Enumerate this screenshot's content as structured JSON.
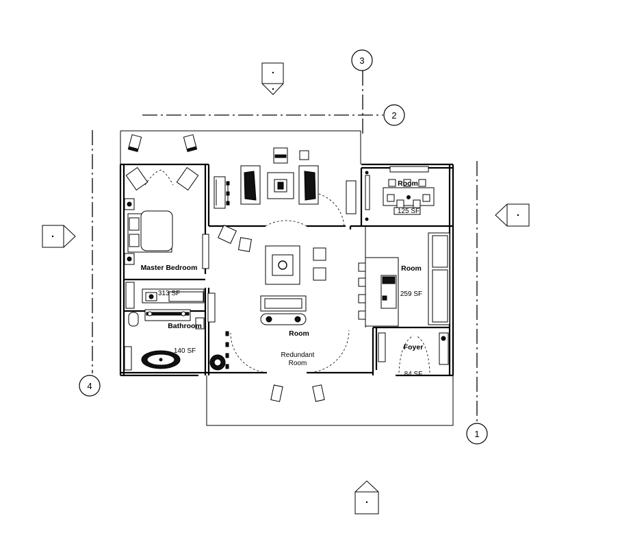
{
  "grid_labels": {
    "g1": "1",
    "g2": "2",
    "g3": "3",
    "g4": "4"
  },
  "rooms": {
    "master_bedroom": {
      "name": "Master Bedroom",
      "area": "313 SF"
    },
    "bathroom": {
      "name": "Bathroom",
      "area": "140 SF"
    },
    "dining": {
      "name": "Room",
      "area": "125 SF"
    },
    "kitchen": {
      "name": "Room",
      "area": "259 SF"
    },
    "living": {
      "name": "Room"
    },
    "redundant": {
      "line1": "Redundant",
      "line2": "Room"
    },
    "foyer": {
      "name": "Foyer",
      "area": "84 SF"
    }
  }
}
